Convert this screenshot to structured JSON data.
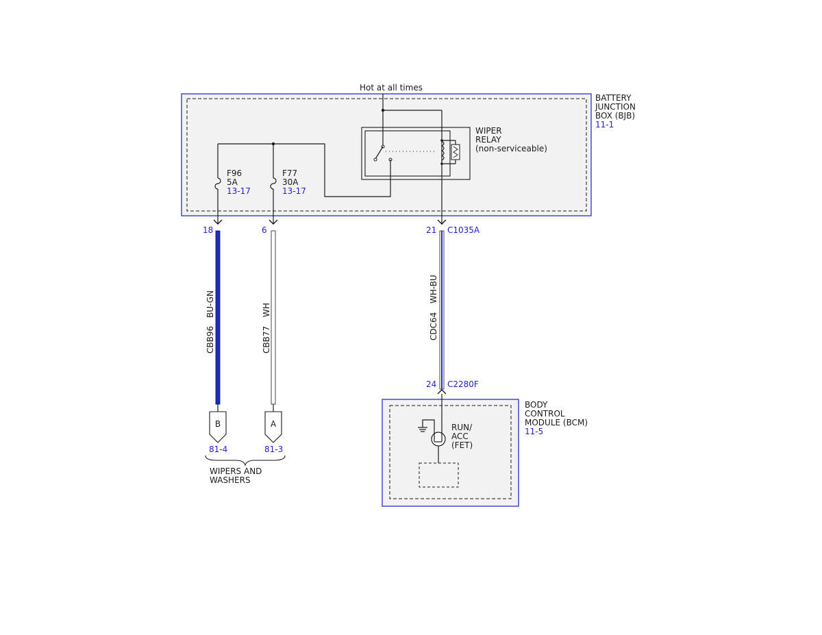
{
  "supply": {
    "label": "Hot at all times"
  },
  "bjb": {
    "name_lines": [
      "BATTERY",
      "JUNCTION",
      "BOX (BJB)"
    ],
    "ref": "11-1",
    "relay_lines": [
      "WIPER",
      "RELAY",
      "(non-serviceable)"
    ],
    "fuses": [
      {
        "name": "F96",
        "rating": "5A",
        "ref": "13-17"
      },
      {
        "name": "F77",
        "rating": "30A",
        "ref": "13-17"
      }
    ],
    "pins": {
      "f96": "18",
      "f77": "6",
      "relay": "21"
    },
    "connector": "C1035A"
  },
  "wires": [
    {
      "circuit": "CBB96",
      "color": "BU-GN",
      "display_color": "#1f2fb8"
    },
    {
      "circuit": "CBB77",
      "color": "WH",
      "display_color": "#ffffff"
    },
    {
      "circuit": "CDC64",
      "color": "WH-BU",
      "display_color": "#d8dcf5"
    }
  ],
  "destinations": [
    {
      "letter": "B",
      "ref": "81-4"
    },
    {
      "letter": "A",
      "ref": "81-3"
    }
  ],
  "destination_group": {
    "lines": [
      "WIPERS AND",
      "WASHERS"
    ]
  },
  "bcm": {
    "name_lines": [
      "BODY",
      "CONTROL",
      "MODULE (BCM)"
    ],
    "ref": "11-5",
    "pin": "24",
    "connector": "C2280F",
    "input_lines": [
      "RUN/",
      "ACC",
      "(FET)"
    ]
  },
  "colors": {
    "module_outline": "#2b2bd6",
    "reference_text": "#1f1fd6",
    "module_fill": "#f2f2f2"
  }
}
